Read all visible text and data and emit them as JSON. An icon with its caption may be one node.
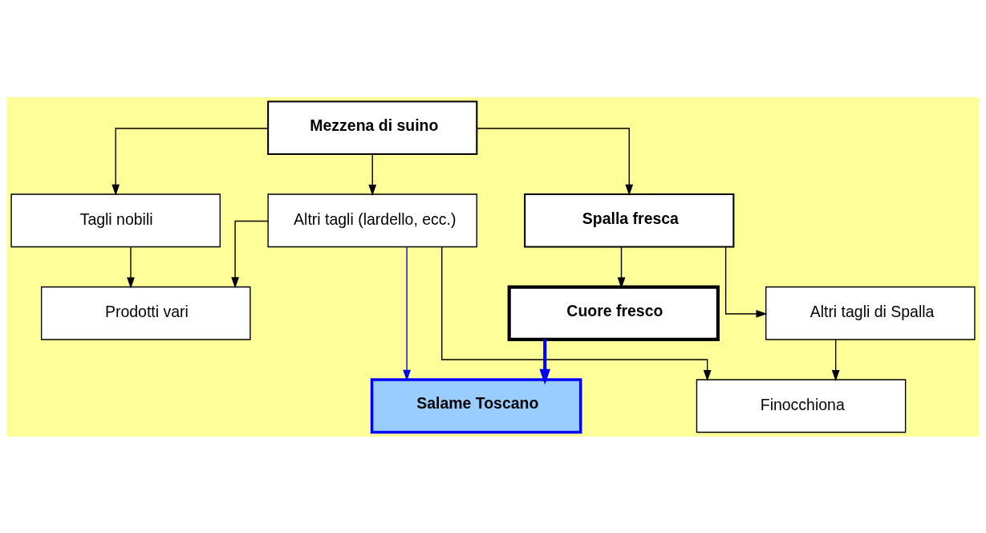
{
  "diagram": {
    "nodes": [
      {
        "text": [
          "Mezzena di suino"
        ]
      },
      {
        "text": [
          "Tagli nobili"
        ]
      },
      {
        "text": [
          "Altri tagli (lardello, ecc.)"
        ]
      },
      {
        "text": [
          "Spalla fresca"
        ]
      },
      {
        "text": [
          "Cuore fresco"
        ]
      },
      {
        "text": [
          "Altri tagli di Spalla"
        ]
      },
      {
        "text": [
          "Salame Toscano"
        ]
      },
      {
        "text": [
          "Finocchiona"
        ]
      },
      {
        "text": [
          "Prodotti vari"
        ]
      }
    ],
    "edges": [
      {
        "from": 0,
        "to": 1,
        "arrow": "to"
      },
      {
        "from": 0,
        "to": 2,
        "arrow": "to"
      },
      {
        "from": 0,
        "to": 3,
        "arrow": "to"
      },
      {
        "from": 3,
        "to": 4,
        "arrow": "to"
      },
      {
        "from": 3,
        "to": 5,
        "arrow": "to"
      },
      {
        "from": 4,
        "to": 6,
        "arrow": "to",
        "style": "thick",
        "color": "#0000ff"
      },
      {
        "from": 2,
        "to": 6,
        "arrow": "to",
        "color": "#0000ff"
      },
      {
        "from": 2,
        "to": 7,
        "arrow": "to"
      },
      {
        "from": 2,
        "to": 8,
        "arrow": "to"
      },
      {
        "from": 1,
        "to": 8,
        "arrow": "to"
      },
      {
        "from": 5,
        "to": 7,
        "arrow": "to"
      }
    ]
  }
}
